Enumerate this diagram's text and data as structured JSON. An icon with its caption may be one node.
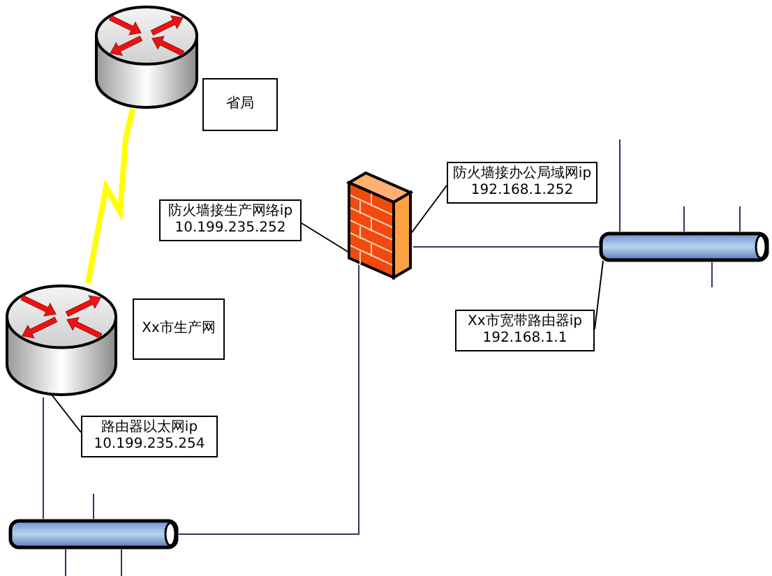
{
  "diagram": {
    "nodes": [
      {
        "text": [],
        "shape": "picture"
      },
      {
        "text": [
          "省局"
        ]
      },
      {
        "text": [],
        "shape": "picture"
      },
      {
        "text": [
          "Xx市生产网"
        ]
      },
      {
        "text": [],
        "shape": "picture"
      },
      {
        "text": [
          "防火墙接生产网络ip",
          "10.199.235.252"
        ]
      },
      {
        "text": [
          "防火墙接办公局域网ip",
          "192.168.1.252"
        ]
      },
      {
        "text": [],
        "shape": "cylinder"
      },
      {
        "text": [
          "Xx市宽带路由器ip",
          "192.168.1.1"
        ]
      },
      {
        "text": [
          "路由器以太网ip",
          "10.199.235.254"
        ]
      },
      {
        "text": [],
        "shape": "cylinder"
      }
    ],
    "edges": [
      {
        "from": 0,
        "to": 2,
        "arrow": "none",
        "style": "thick",
        "color": "#ffff00"
      },
      {
        "from": 5,
        "to": 4,
        "arrow": "none",
        "color": "#000000"
      },
      {
        "from": 6,
        "to": 4,
        "arrow": "none",
        "color": "#000000"
      },
      {
        "from": 4,
        "to": 7,
        "arrow": "none"
      },
      {
        "from": 8,
        "to": 7,
        "arrow": "none",
        "color": "#000000"
      },
      {
        "from": 9,
        "to": 2,
        "arrow": "none",
        "color": "#000000"
      },
      {
        "from": 2,
        "to": 10,
        "arrow": "none"
      },
      {
        "from": 10,
        "to": 4,
        "arrow": "none"
      },
      {
        "from": 7,
        "to": null,
        "arrow": "none"
      },
      {
        "from": 7,
        "to": null,
        "arrow": "none"
      },
      {
        "from": 7,
        "to": null,
        "arrow": "none"
      },
      {
        "from": 7,
        "to": null,
        "arrow": "none"
      },
      {
        "from": 10,
        "to": null,
        "arrow": "none"
      },
      {
        "from": 10,
        "to": null,
        "arrow": "none"
      },
      {
        "from": 10,
        "to": null,
        "arrow": "none"
      }
    ]
  }
}
